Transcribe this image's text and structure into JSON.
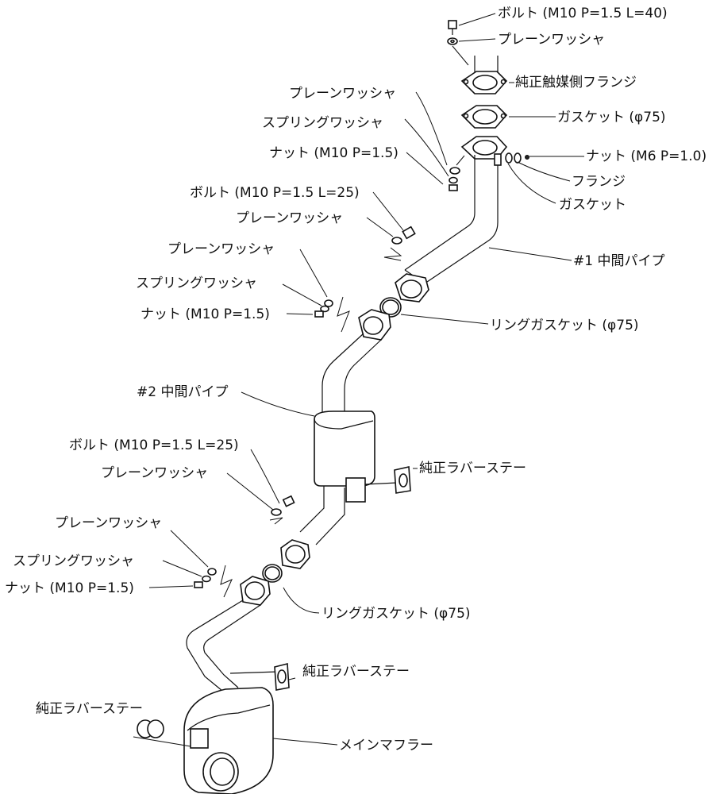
{
  "labels": {
    "bolt_top": "ボルト (M10 P=1.5 L=40)",
    "plain_washer_top": "プレーンワッシャ",
    "oem_catalyst_flange": "純正触媒側フランジ",
    "gasket_75": "ガスケット (φ75)",
    "plain_washer_1": "プレーンワッシャ",
    "spring_washer_1": "スプリングワッシャ",
    "nut_m10_1": "ナット (M10 P=1.5)",
    "nut_m6": "ナット (M6 P=1.0)",
    "flange": "フランジ",
    "gasket": "ガスケット",
    "bolt_l25_1": "ボルト (M10 P=1.5 L=25)",
    "plain_washer_2": "プレーンワッシャ",
    "plain_washer_3": "プレーンワッシャ",
    "mid_pipe_1": "#1 中間パイプ",
    "spring_washer_2": "スプリングワッシャ",
    "nut_m10_2": "ナット (M10 P=1.5)",
    "ring_gasket_1": "リングガスケット (φ75)",
    "mid_pipe_2": "#2 中間パイプ",
    "bolt_l25_2": "ボルト (M10 P=1.5 L=25)",
    "oem_rubber_stay_1": "純正ラバーステー",
    "plain_washer_4": "プレーンワッシャ",
    "plain_washer_5": "プレーンワッシャ",
    "spring_washer_3": "スプリングワッシャ",
    "nut_m10_3": "ナット (M10 P=1.5)",
    "ring_gasket_2": "リングガスケット (φ75)",
    "oem_rubber_stay_2": "純正ラバーステー",
    "oem_rubber_stay_3": "純正ラバーステー",
    "main_muffler": "メインマフラー"
  }
}
